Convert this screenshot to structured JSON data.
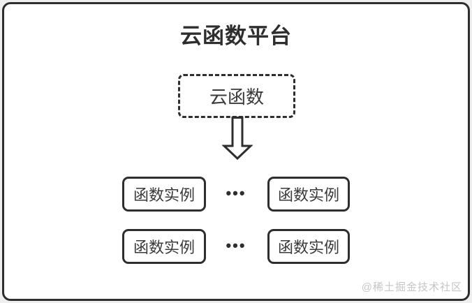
{
  "diagram": {
    "title": "云函数平台",
    "cloud_function": {
      "label": "云函数"
    },
    "instances": [
      {
        "label": "函数实例"
      },
      {
        "label": "函数实例"
      },
      {
        "label": "函数实例"
      },
      {
        "label": "函数实例"
      }
    ],
    "ellipsis": "•••",
    "watermark": "@稀土掘金技术社区",
    "colors": {
      "border": "#2e2e2e",
      "text": "#3a3a3a",
      "watermark": "#c6c6c6",
      "canvas_background": "#ffffff",
      "page_background": "#efefef"
    }
  }
}
